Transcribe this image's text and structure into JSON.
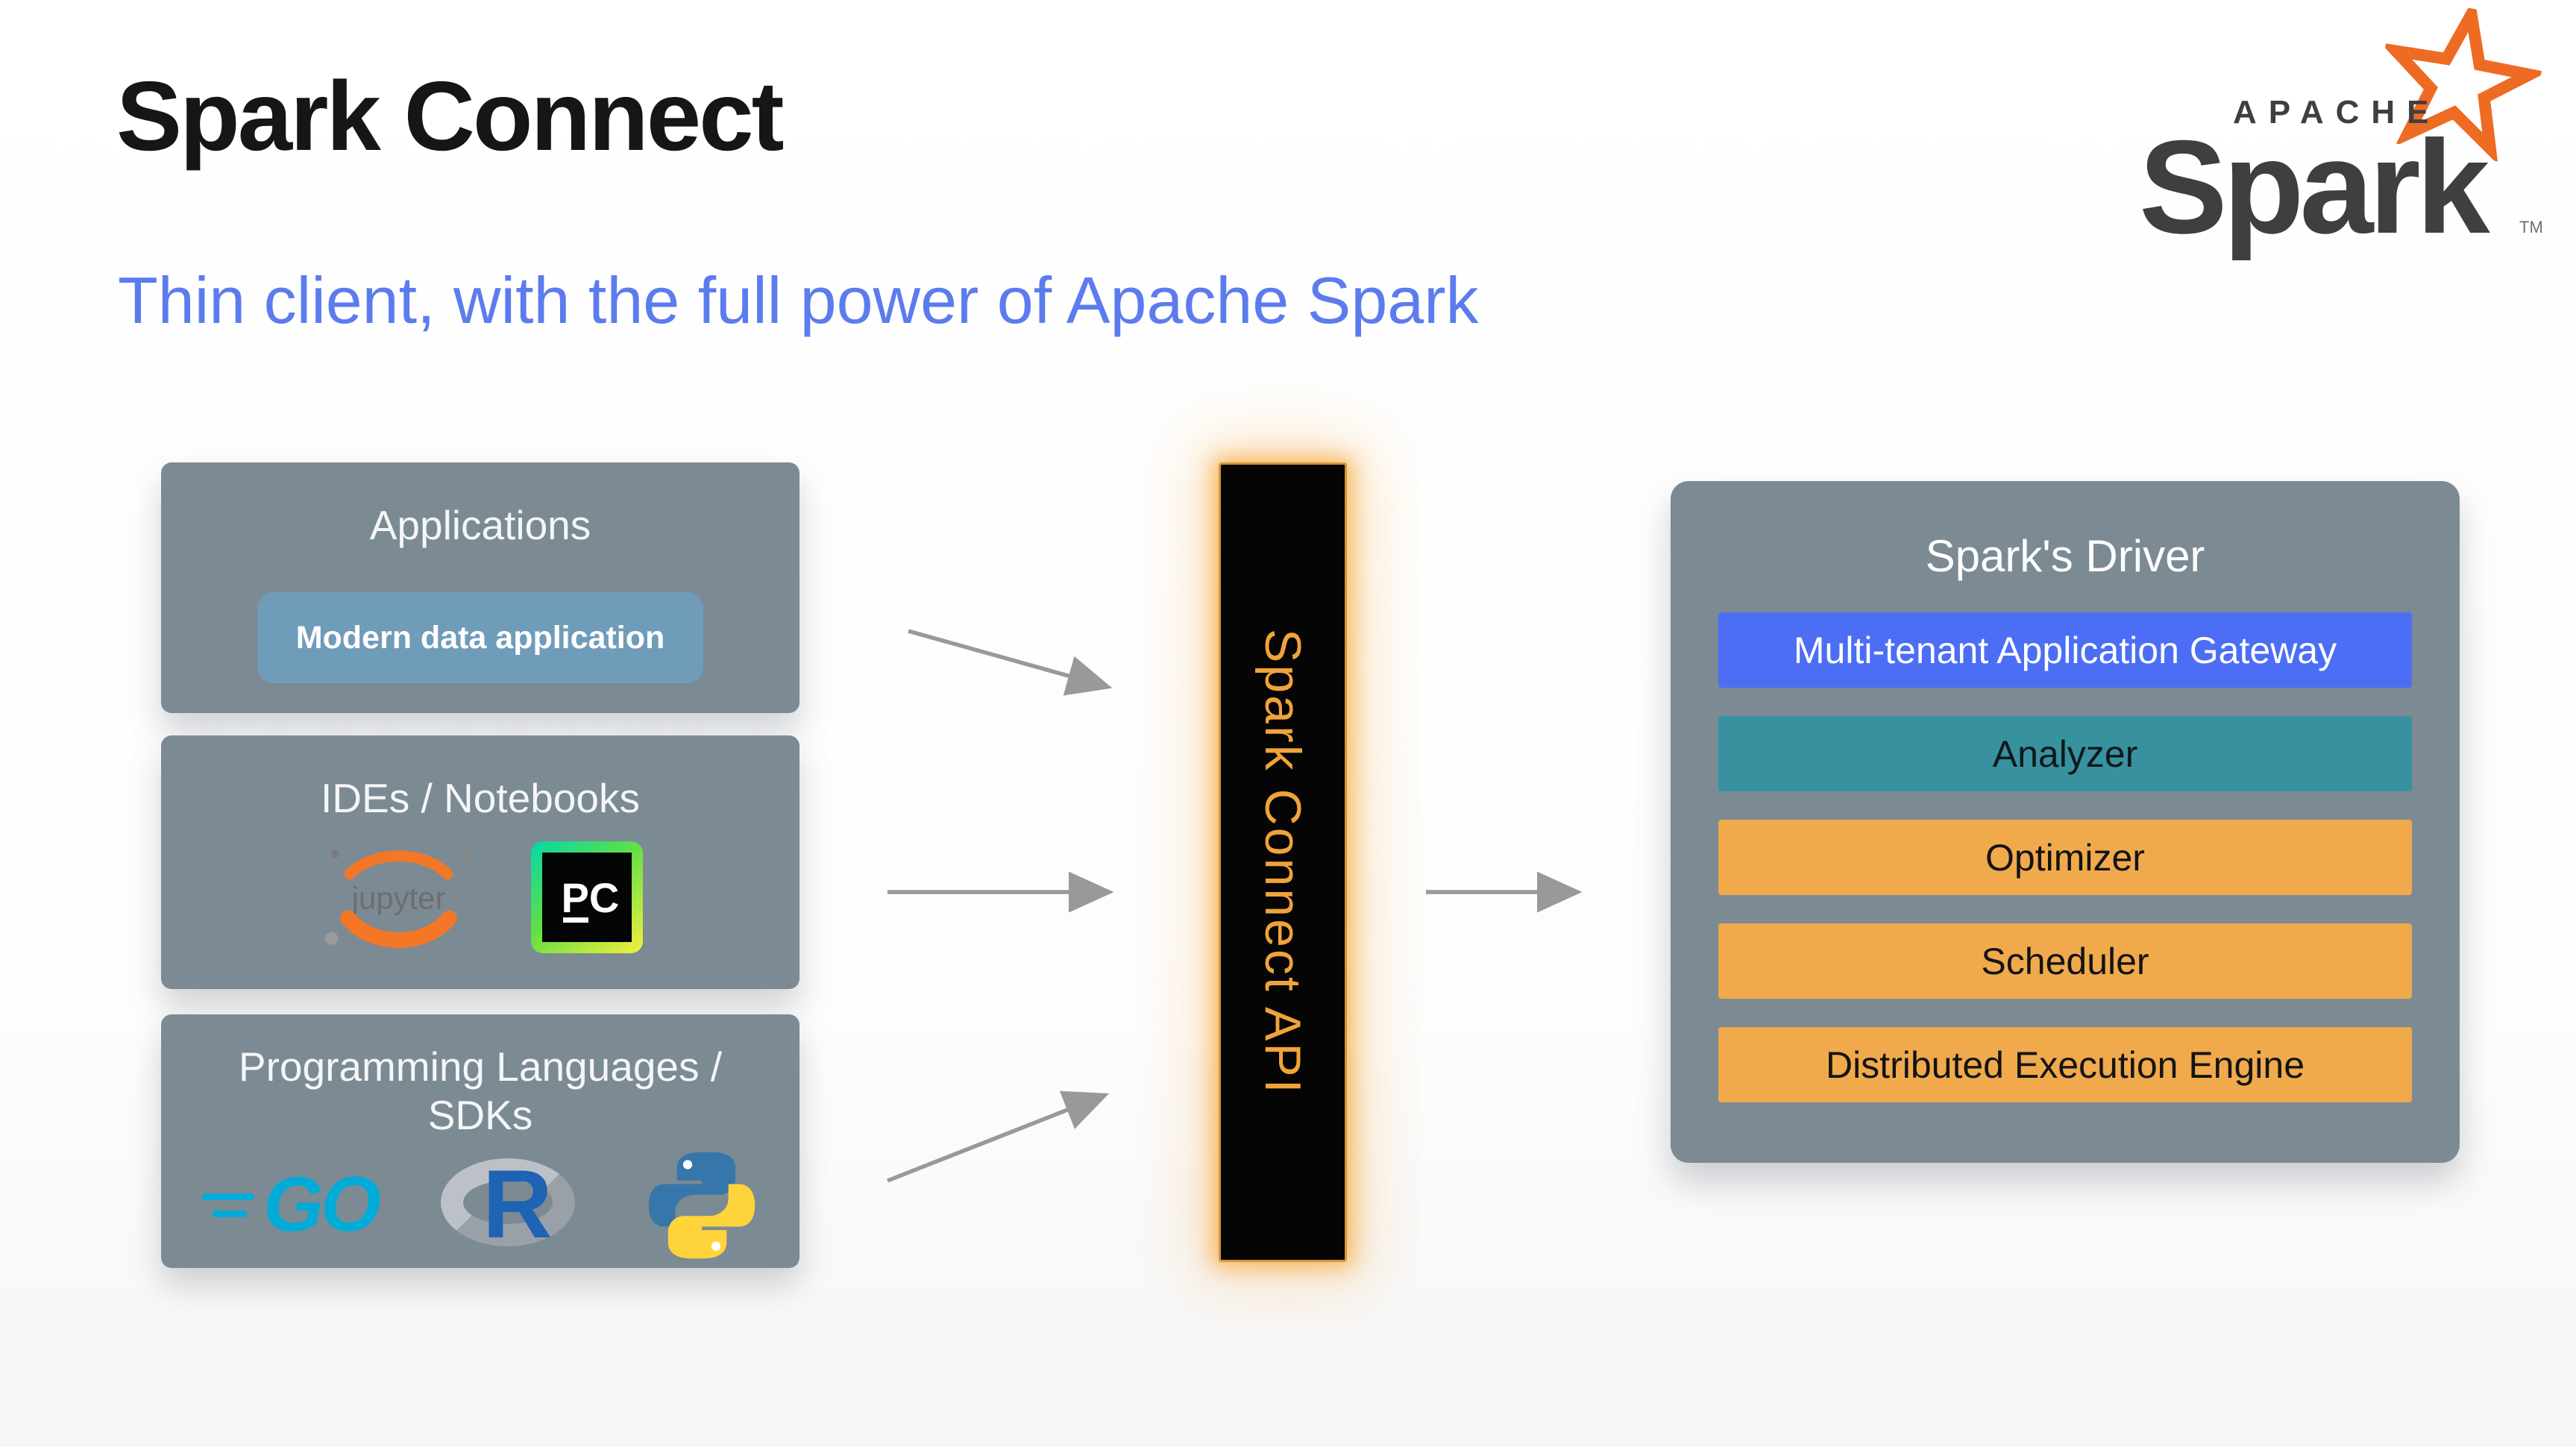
{
  "page": {
    "title": "Spark Connect",
    "subtitle": "Thin client, with the full power of Apache Spark"
  },
  "brand": {
    "apache": "APACHE",
    "wordmark": "Spark",
    "trademark": "TM"
  },
  "sources": [
    {
      "title": "Applications",
      "chip": "Modern data application"
    },
    {
      "title": "IDEs / Notebooks",
      "jupyter_label": "jupyter",
      "pycharm_label": "PC"
    },
    {
      "title": "Programming Languages / SDKs",
      "go_label": "GO",
      "r_label": "R"
    }
  ],
  "api_bar": {
    "label": "Spark Connect API"
  },
  "driver": {
    "title": "Spark's Driver",
    "rows": [
      {
        "label": "Multi-tenant Application Gateway",
        "bg": "#4c6ef5",
        "fg": "#ffffff"
      },
      {
        "label": "Analyzer",
        "bg": "#38919f",
        "fg": "#10181a"
      },
      {
        "label": "Optimizer",
        "bg": "#f0aa4c",
        "fg": "#131313"
      },
      {
        "label": "Scheduler",
        "bg": "#f0aa4c",
        "fg": "#131313"
      },
      {
        "label": "Distributed Execution Engine",
        "bg": "#f0aa4c",
        "fg": "#131313"
      }
    ]
  },
  "icons": [
    "spark-star-icon",
    "jupyter-logo",
    "pycharm-logo",
    "go-logo",
    "r-logo",
    "python-logo",
    "arrow-icon"
  ],
  "colors": {
    "subtitle_blue": "#5c7cee",
    "panel_gray": "#7c8a94",
    "chip_blue": "#6f9cb9",
    "api_text_orange": "#f0a33a",
    "api_glow": "#f5a83a",
    "api_bar_bg": "#050505",
    "gateway_blue": "#4c6ef5",
    "analyzer_teal": "#38919f",
    "engine_orange": "#f0aa4c",
    "spark_logo_orange": "#ee6b24",
    "arrow_gray": "#97999b"
  }
}
